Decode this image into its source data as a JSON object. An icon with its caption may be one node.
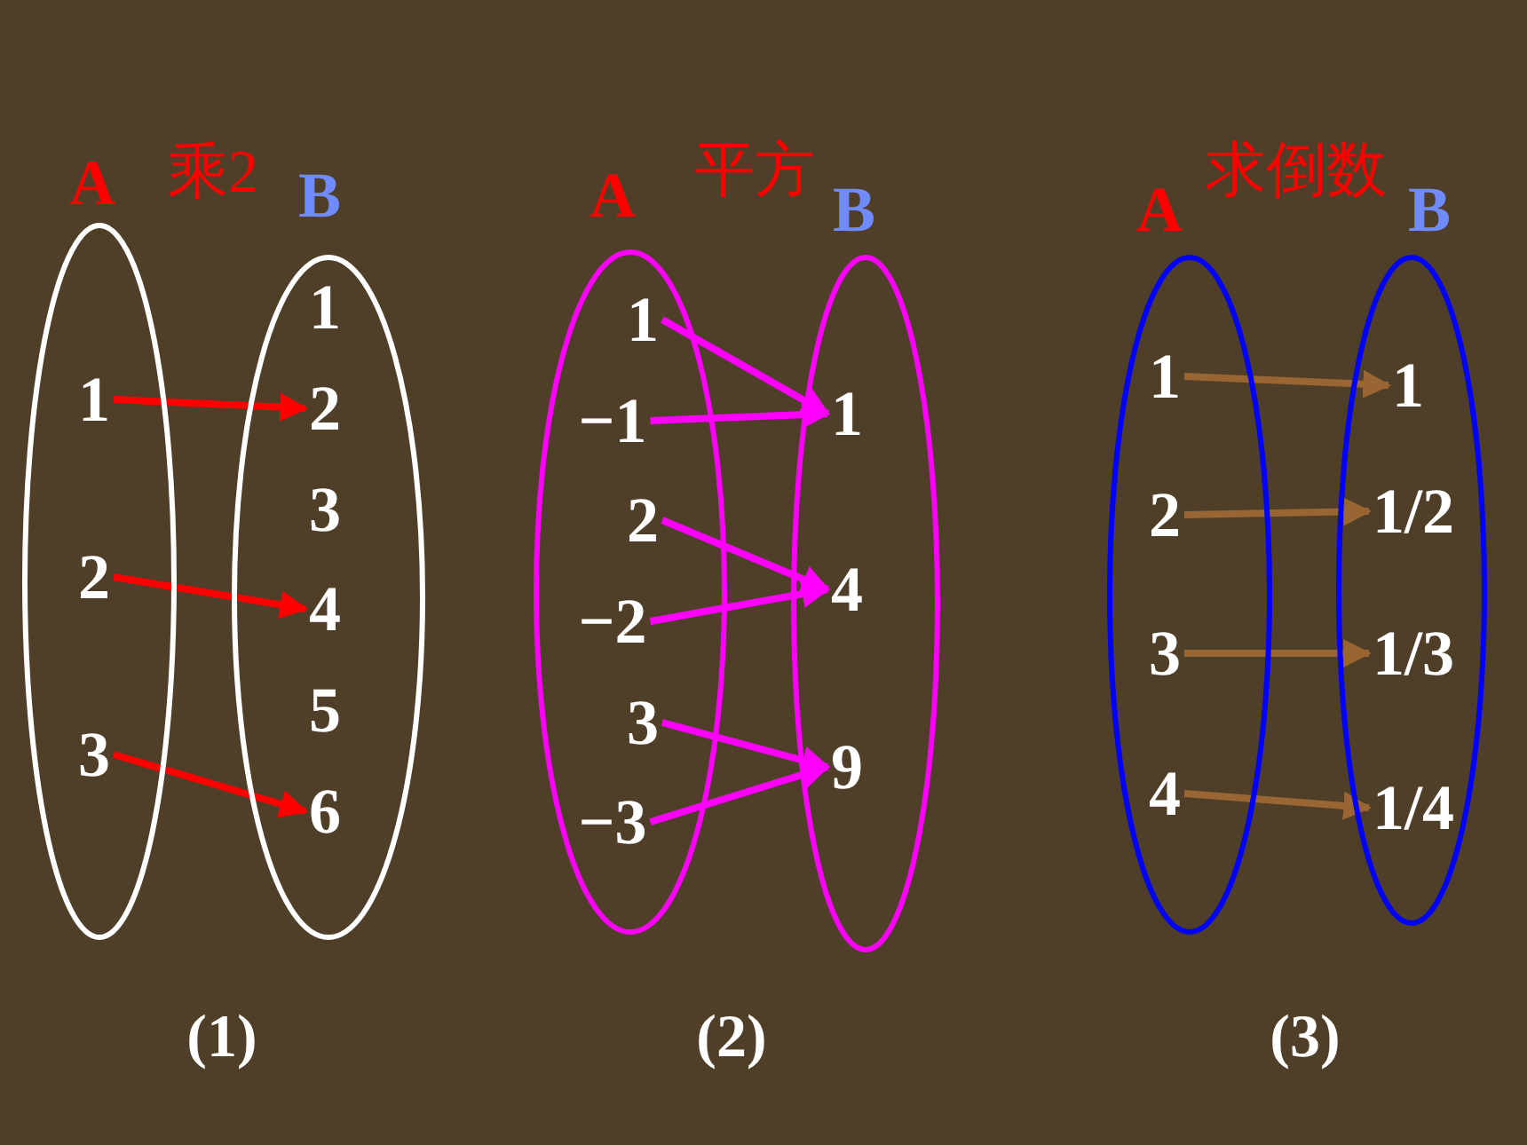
{
  "diagram": {
    "nodes": [
      {
        "text": [
          "A"
        ]
      },
      {
        "text": [
          "1"
        ],
        "in": 0
      },
      {
        "text": [
          "2"
        ],
        "in": 0
      },
      {
        "text": [
          "3"
        ],
        "in": 0
      },
      {
        "text": [
          "B"
        ]
      },
      {
        "text": [
          "1"
        ],
        "in": 4
      },
      {
        "text": [
          "2"
        ],
        "in": 4
      },
      {
        "text": [
          "3"
        ],
        "in": 4
      },
      {
        "text": [
          "4"
        ],
        "in": 4
      },
      {
        "text": [
          "5"
        ],
        "in": 4
      },
      {
        "text": [
          "6"
        ],
        "in": 4
      },
      {
        "text": [
          "A"
        ]
      },
      {
        "text": [
          "1"
        ],
        "in": 11
      },
      {
        "text": [
          "−1"
        ],
        "in": 11
      },
      {
        "text": [
          "2"
        ],
        "in": 11
      },
      {
        "text": [
          "−2"
        ],
        "in": 11
      },
      {
        "text": [
          "3"
        ],
        "in": 11
      },
      {
        "text": [
          "−3"
        ],
        "in": 11
      },
      {
        "text": [
          "B"
        ]
      },
      {
        "text": [
          "1"
        ],
        "in": 18
      },
      {
        "text": [
          "4"
        ],
        "in": 18
      },
      {
        "text": [
          "9"
        ],
        "in": 18
      },
      {
        "text": [
          "A"
        ]
      },
      {
        "text": [
          "1"
        ],
        "in": 22
      },
      {
        "text": [
          "2"
        ],
        "in": 22
      },
      {
        "text": [
          "3"
        ],
        "in": 22
      },
      {
        "text": [
          "4"
        ],
        "in": 22
      },
      {
        "text": [
          "B"
        ]
      },
      {
        "text": [
          "1"
        ],
        "in": 27
      },
      {
        "text": [
          "1/2"
        ],
        "in": 27
      },
      {
        "text": [
          "1/3"
        ],
        "in": 27
      },
      {
        "text": [
          "1/4"
        ],
        "in": 27
      }
    ],
    "edges": [
      {
        "from": 1,
        "to": 6,
        "arrow": "to",
        "color": "#ff0000"
      },
      {
        "from": 2,
        "to": 8,
        "arrow": "to",
        "color": "#ff0000"
      },
      {
        "from": 3,
        "to": 10,
        "arrow": "to",
        "color": "#ff0000"
      },
      {
        "from": 12,
        "to": 19,
        "arrow": "to"
      },
      {
        "from": 13,
        "to": 19,
        "arrow": "to"
      },
      {
        "from": 14,
        "to": 20,
        "arrow": "to"
      },
      {
        "from": 15,
        "to": 20,
        "arrow": "to"
      },
      {
        "from": 16,
        "to": 21,
        "arrow": "to"
      },
      {
        "from": 17,
        "to": 21,
        "arrow": "to"
      },
      {
        "from": 23,
        "to": 28,
        "arrow": "to",
        "color": "#996633"
      },
      {
        "from": 24,
        "to": 29,
        "arrow": "to",
        "color": "#996633"
      },
      {
        "from": 25,
        "to": 30,
        "arrow": "to",
        "color": "#996633"
      },
      {
        "from": 26,
        "to": 31,
        "arrow": "to",
        "color": "#996633"
      }
    ],
    "labels": [
      "乘2",
      "平方",
      "求倒数",
      "(1)",
      "(2)",
      "(3)"
    ]
  }
}
